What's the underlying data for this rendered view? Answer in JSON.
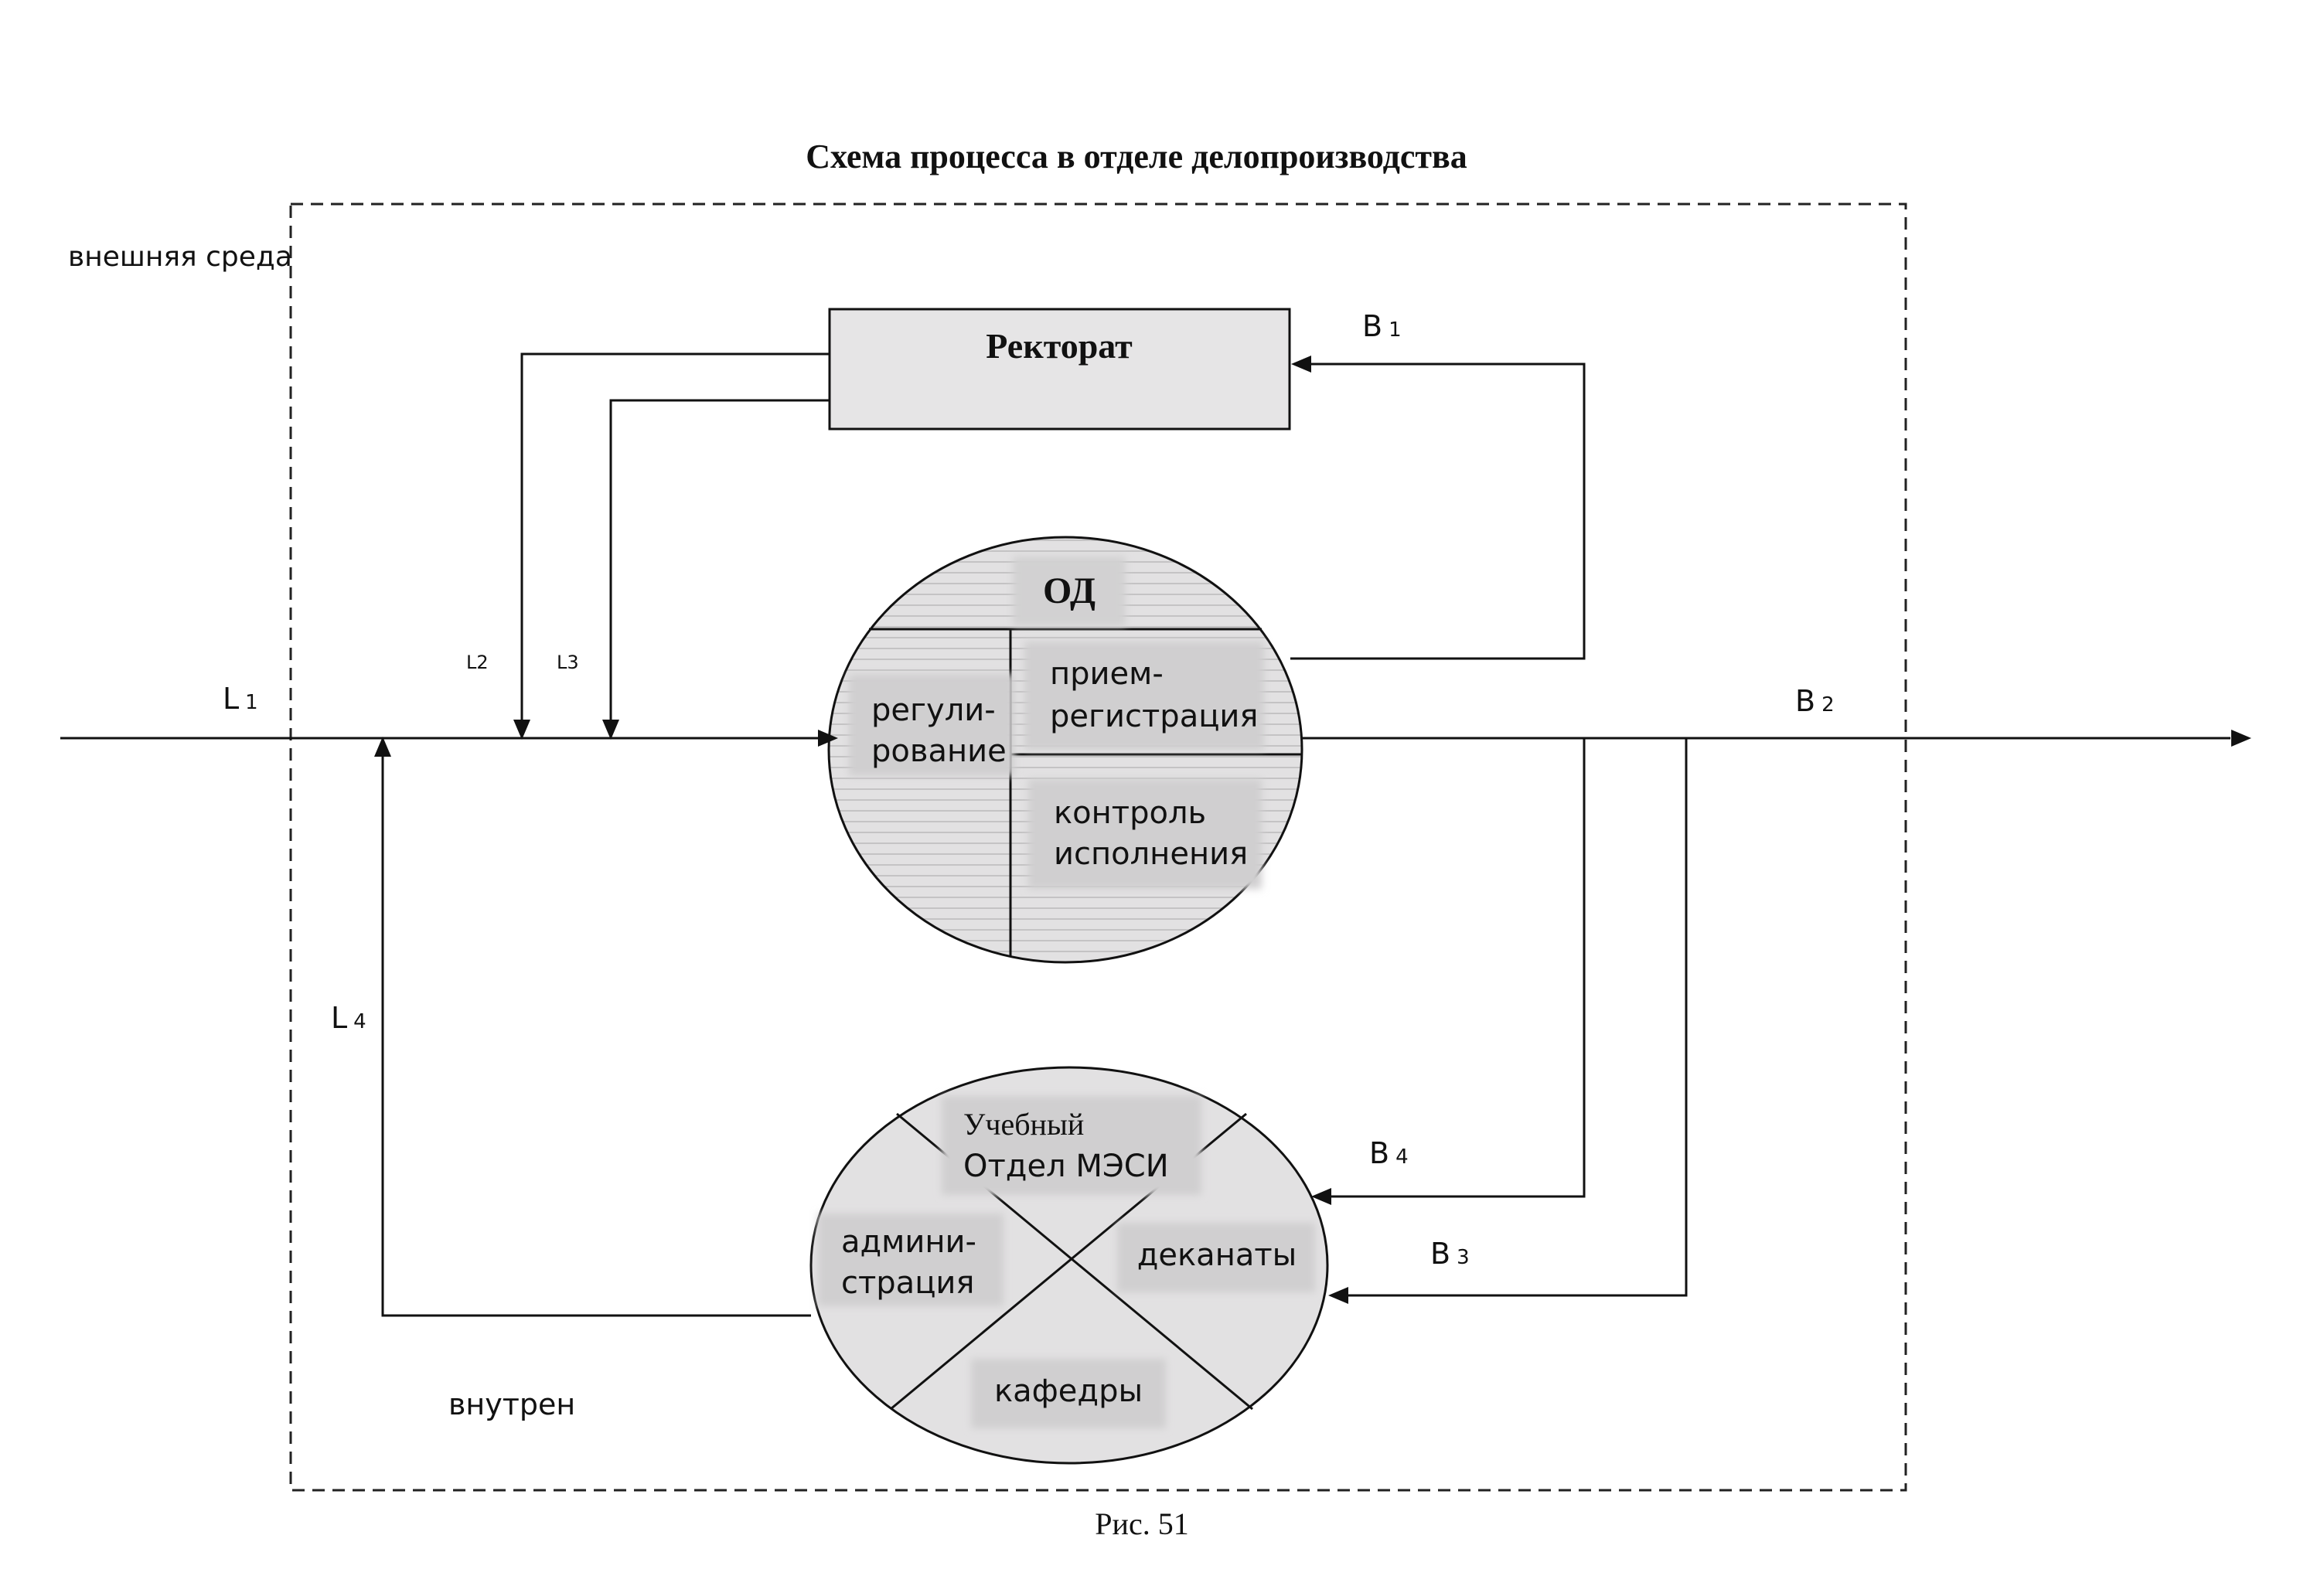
{
  "title": "Схема процесса в отделе делопроизводства",
  "caption": "Рис. 51",
  "environment": {
    "external_label": "внешняя среда",
    "internal_label": "внутрен"
  },
  "rectorate": {
    "label": "Ректорат"
  },
  "od": {
    "header": "ОД",
    "sections": {
      "regulation": [
        "регули-",
        "рование"
      ],
      "reception": [
        "прием-",
        "регистрация"
      ],
      "control": [
        "контроль",
        "исполнения"
      ]
    }
  },
  "consumers": {
    "education": [
      "Учебный",
      "Отдел МЭСИ"
    ],
    "administration": [
      "админи-",
      "страция"
    ],
    "deans": "деканаты",
    "departments": "кафедры"
  },
  "flows": {
    "L1": {
      "letter": "L",
      "sub": "1"
    },
    "L2": "L2",
    "L3": "L3",
    "L4": {
      "letter": "L",
      "sub": "4"
    },
    "B1": {
      "letter": "B",
      "sub": "1"
    },
    "B2": {
      "letter": "B",
      "sub": "2"
    },
    "B3": {
      "letter": "B",
      "sub": "3"
    },
    "B4": {
      "letter": "B",
      "sub": "4"
    }
  },
  "colors": {
    "line": "#111111",
    "box_fill": "#e6e5e6",
    "od_fill": "#e2e1e2",
    "consumer_fill": "#e2e1e2",
    "label_patch": "#cfcece",
    "hatch": "#c4c3c4"
  }
}
